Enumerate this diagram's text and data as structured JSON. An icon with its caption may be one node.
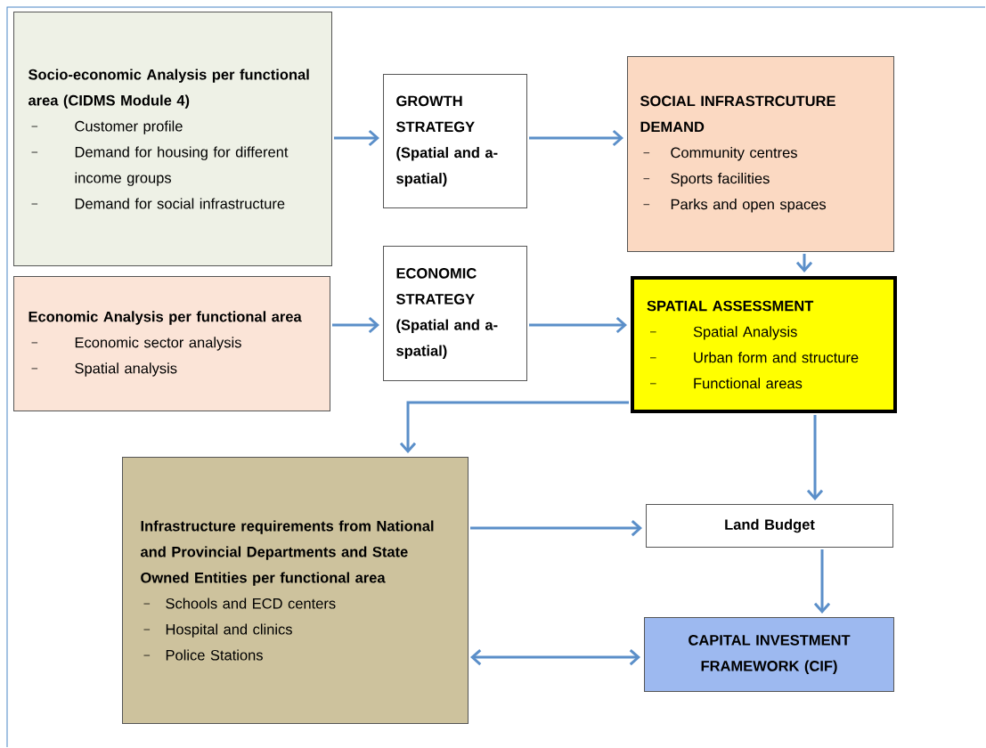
{
  "diagram": {
    "nodes": [
      {
        "text": [
          "Socio-economic Analysis per functional area (CIDMS Module 4)",
          "Customer profile",
          "Demand for housing for different income groups",
          "Demand for social infrastructure"
        ]
      },
      {
        "text": [
          "GROWTH STRATEGY (Spatial and a-spatial)"
        ]
      },
      {
        "text": [
          "SOCIAL INFRASTRCUTURE DEMAND",
          "Community centres",
          "Sports facilities",
          "Parks and open spaces"
        ]
      },
      {
        "text": [
          "Economic Analysis per functional area",
          "Economic sector analysis",
          "Spatial analysis"
        ]
      },
      {
        "text": [
          "ECONOMIC STRATEGY (Spatial and a-spatial)"
        ]
      },
      {
        "text": [
          "SPATIAL ASSESSMENT",
          "Spatial Analysis",
          "Urban form and structure",
          "Functional areas"
        ]
      },
      {
        "text": [
          "Infrastructure requirements from National and Provincial Departments and State Owned Entities per functional area",
          "Schools and ECD centers",
          "Hospital and clinics",
          "Police Stations"
        ]
      },
      {
        "text": [
          "Land Budget"
        ]
      },
      {
        "text": [
          "CAPITAL INVESTMENT FRAMEWORK (CIF)"
        ]
      }
    ],
    "edges": [
      {
        "from": 0,
        "to": 1,
        "arrow": "to"
      },
      {
        "from": 1,
        "to": 2,
        "arrow": "to"
      },
      {
        "from": 2,
        "to": 5,
        "arrow": "to"
      },
      {
        "from": 3,
        "to": 4,
        "arrow": "to"
      },
      {
        "from": 4,
        "to": 5,
        "arrow": "to"
      },
      {
        "from": 5,
        "to": 6,
        "arrow": "to"
      },
      {
        "from": 5,
        "to": 7,
        "arrow": "to"
      },
      {
        "from": 6,
        "to": 7,
        "arrow": "to"
      },
      {
        "from": 7,
        "to": 8,
        "arrow": "to"
      },
      {
        "from": 6,
        "to": 8,
        "arrow": "both"
      }
    ]
  }
}
